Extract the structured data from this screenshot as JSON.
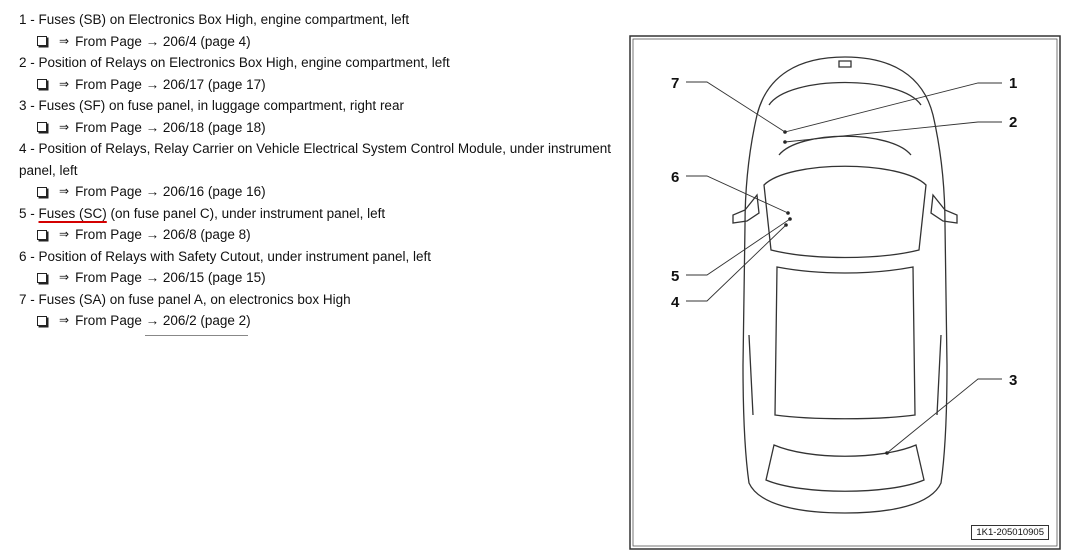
{
  "items": [
    {
      "num": "1",
      "sep": " - ",
      "head": "Fuses (SB) on Electronics Box High, engine compartment, left",
      "ref_arrow": "⇒",
      "ref_text": "From Page → 206/4 (page 4)"
    },
    {
      "num": "2",
      "sep": " - ",
      "head": "Position of Relays on Electronics Box High, engine compartment, left",
      "ref_arrow": "⇒",
      "ref_text": "From Page → 206/17 (page 17)"
    },
    {
      "num": "3",
      "sep": " - ",
      "head": "Fuses (SF) on fuse panel, in luggage compartment, right rear",
      "ref_arrow": "⇒",
      "ref_text": "From Page → 206/18 (page 18)"
    },
    {
      "num": "4",
      "sep": " - ",
      "head": "Position of Relays, Relay Carrier on Vehicle Electrical System Control Module, under instrument panel, left",
      "ref_arrow": "⇒",
      "ref_text": "From Page → 206/16 (page 16)"
    },
    {
      "num": "5",
      "sep": " - ",
      "head_a": "Fuses (SC)",
      "head_b": " (on fuse panel C), under instrument panel, left",
      "ref_arrow": "⇒",
      "ref_text": "From Page → 206/8 (page 8)"
    },
    {
      "num": "6",
      "sep": " - ",
      "head": "Position of Relays with Safety Cutout, under instrument panel, left",
      "ref_arrow": "⇒",
      "ref_text": "From Page → 206/15 (page 15)"
    },
    {
      "num": "7",
      "sep": " - ",
      "head": "Fuses (SA) on fuse panel A, on electronics box High",
      "ref_arrow": "⇒",
      "ref_text": "From Page → 206/2 (page 2)"
    }
  ],
  "figure": {
    "callouts": [
      "1",
      "2",
      "3",
      "4",
      "5",
      "6",
      "7"
    ],
    "figure_id": "1K1-205010905"
  }
}
